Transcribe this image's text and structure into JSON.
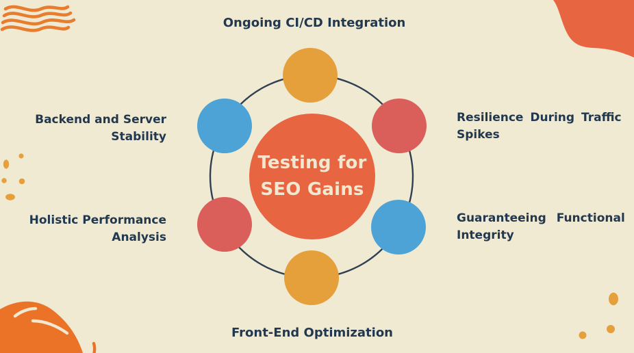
{
  "title": "Testing for SEO Gains diagram",
  "center": {
    "label": "Testing for\nSEO Gains"
  },
  "nodes": [
    {
      "id": "top",
      "label": "Ongoing CI/CD Integration",
      "circle_color": "#e5a03c"
    },
    {
      "id": "top-right",
      "label": "Resilience During Traffic\nSpikes",
      "circle_color": "#da5f5b"
    },
    {
      "id": "bottom-right",
      "label": "Guaranteeing Functional\nIntegrity",
      "circle_color": "#4da3d6"
    },
    {
      "id": "bottom",
      "label": "Front-End Optimization",
      "circle_color": "#e5a03c"
    },
    {
      "id": "bottom-left",
      "label": "Holistic Performance\nAnalysis",
      "circle_color": "#da5f5b"
    },
    {
      "id": "top-left",
      "label": "Backend and Server\nStability",
      "circle_color": "#4da3d6"
    }
  ],
  "colors": {
    "background": "#f1ead3",
    "center_circle": "#e86542",
    "amber": "#e5a03c",
    "red": "#da5f5b",
    "blue": "#4da3d6",
    "text": "#22384f",
    "ring": "#2f4050",
    "decoration_orange": "#e87c2f",
    "center_text": "#f2e8d0"
  },
  "icons": {
    "waves": "wavy-lines-decoration",
    "blob_top_right": "corner-blob-decoration",
    "blob_bottom_left": "corner-blob-decoration",
    "dots": "dots-decoration"
  }
}
